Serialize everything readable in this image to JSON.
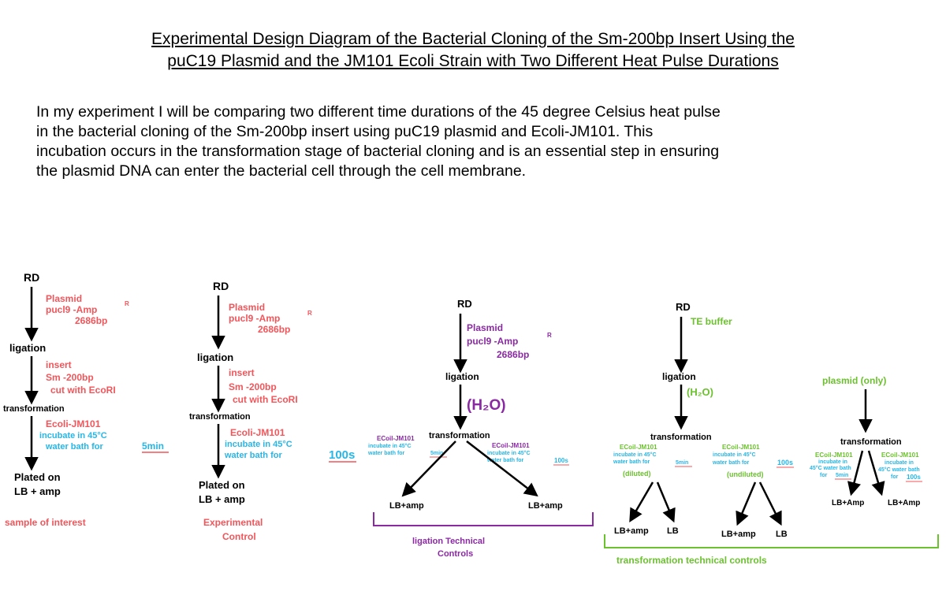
{
  "title": {
    "line1": "Experimental Design Diagram of the Bacterial Cloning of the Sm-200bp Insert Using the",
    "line2": "puC19 Plasmid and the JM101 Ecoli Strain with Two Different Heat Pulse Durations"
  },
  "intro": {
    "line1": "In my experiment I will be comparing two different time durations of the 45 degree Celsius heat pulse",
    "line2": "in the bacterial cloning of the Sm-200bp insert using puC19 plasmid and Ecoli-JM101. This",
    "line3": "incubation occurs in the transformation stage of bacterial cloning and is an essential step in ensuring",
    "line4": "the plasmid DNA can enter the bacterial cell through the cell membrane."
  },
  "colors": {
    "red": "#f2555a",
    "blue": "#27b6e6",
    "purple": "#8a2aa3",
    "green": "#6cc12f",
    "black": "#000000"
  },
  "col1": {
    "rd": "RD",
    "plasmid1": "Plasmid",
    "plasmid2": "pucl9 -Amp",
    "plasmid_sup": "R",
    "plasmid3": "2686bp",
    "ligation": "ligation",
    "insert1": "insert",
    "insert2": "Sm -200bp",
    "insert3": "cut with EcoRI",
    "transformation": "transformation",
    "ecoli": "Ecoli-JM101",
    "incubate": "incubate in 45°C",
    "water": "water bath for",
    "time": "5min",
    "plated1": "Plated on",
    "plated2": "LB + amp",
    "label": "sample of interest"
  },
  "col2": {
    "rd": "RD",
    "plasmid1": "Plasmid",
    "plasmid2": "pucl9 -Amp",
    "plasmid_sup": "R",
    "plasmid3": "2686bp",
    "ligation": "ligation",
    "insert1": "insert",
    "insert2": "Sm -200bp",
    "insert3": "cut with EcoRI",
    "transformation": "transformation",
    "ecoli": "Ecoli-JM101",
    "incubate": "incubate in 45°C",
    "water": "water bath for",
    "time": "100s",
    "plated1": "Plated on",
    "plated2": "LB + amp",
    "label1": "Experimental",
    "label2": "Control"
  },
  "col3": {
    "rd": "RD",
    "plasmid1": "Plasmid",
    "plasmid2": "pucl9 -Amp",
    "plasmid_sup": "R",
    "plasmid3": "2686bp",
    "ligation": "ligation",
    "h2o": "(H₂O)",
    "transformation": "transformation",
    "left_ecoli": "ECoil-JM101",
    "left_incubate": "incubate in 45°C",
    "left_water": "water bath for",
    "left_time": "5min",
    "right_ecoli": "ECoil-JM101",
    "right_incubate": "incubate in 45°C",
    "right_water": "water bath for",
    "right_time": "100s",
    "left_plate": "LB+amp",
    "right_plate": "LB+amp",
    "bracket_label1": "ligation Technical",
    "bracket_label2": "Controls"
  },
  "col4": {
    "rd": "RD",
    "te": "TE buffer",
    "ligation": "ligation",
    "h2o": "(H₂O)",
    "transformation": "transformation",
    "left_ecoli": "ECoil-JM101",
    "left_incubate": "incubate in 45°C",
    "left_water": "water bath for",
    "left_time": "5min",
    "left_dil": "(diluted)",
    "right_ecoli": "ECoil-JM101",
    "right_incubate": "incubate in 45°C",
    "right_water": "water bath for",
    "right_time": "100s",
    "right_dil": "(undiluted)",
    "plate_a": "LB+amp",
    "plate_b": "LB",
    "plate_c": "LB+amp",
    "plate_d": "LB"
  },
  "col5": {
    "plasmid_only": "plasmid (only)",
    "transformation": "transformation",
    "left_ecoli": "ECoil-JM101",
    "left_incubate": "incubate in",
    "left_water": "45°C water bath",
    "left_for": "for",
    "left_time": "5min",
    "right_ecoli": "ECoil-JM101",
    "right_incubate": "incubate in",
    "right_water": "45°C water bath",
    "right_for": "for",
    "right_time": "100s",
    "left_plate": "LB+Amp",
    "right_plate": "LB+Amp",
    "bracket_label": "transformation technical controls"
  }
}
